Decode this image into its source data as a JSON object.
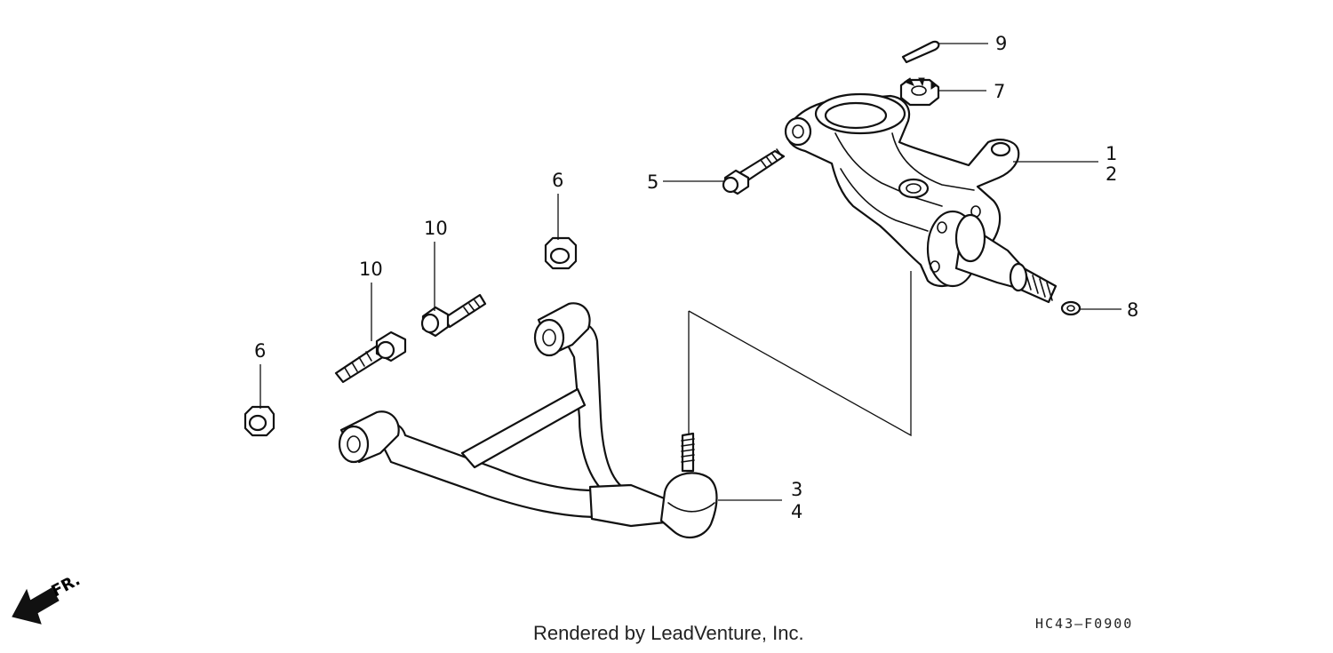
{
  "diagram": {
    "callouts": [
      {
        "id": "1",
        "text": "1"
      },
      {
        "id": "2",
        "text": "2"
      },
      {
        "id": "3",
        "text": "3"
      },
      {
        "id": "4",
        "text": "4"
      },
      {
        "id": "5",
        "text": "5"
      },
      {
        "id": "6a",
        "text": "6"
      },
      {
        "id": "6b",
        "text": "6"
      },
      {
        "id": "7",
        "text": "7"
      },
      {
        "id": "8",
        "text": "8"
      },
      {
        "id": "9",
        "text": "9"
      },
      {
        "id": "10a",
        "text": "10"
      },
      {
        "id": "10b",
        "text": "10"
      }
    ],
    "direction_label": "FR.",
    "footer_text": "Rendered by LeadVenture, Inc.",
    "diagram_code": "HC43–F0900"
  }
}
